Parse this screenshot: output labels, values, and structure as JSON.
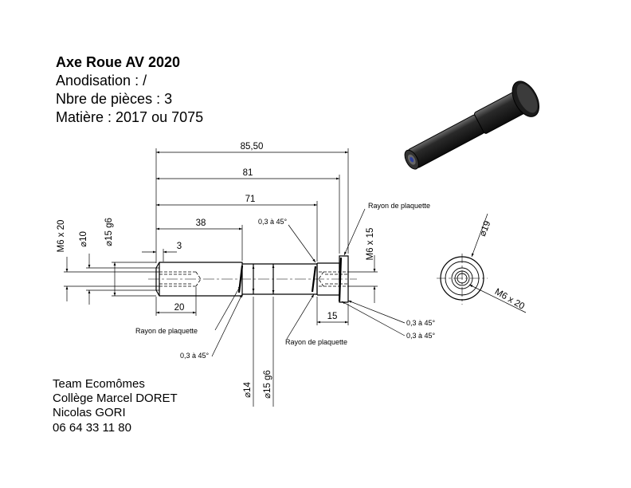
{
  "header": {
    "title": "Axe Roue AV 2020",
    "anodisation": "Anodisation : /",
    "pieces": "Nbre de pièces : 3",
    "matiere": "Matière : 2017 ou 7075"
  },
  "dimensions": {
    "overall": "85,50",
    "to_collar": "81",
    "to_shoulder": "71",
    "first_step": "38",
    "chamfer_len": "3",
    "thread_depth": "20",
    "collar_len": "15",
    "thread_left": "M6 x 20",
    "dia_10": "⌀10",
    "dia_15_left": "⌀15 g6",
    "thread_right": "M6 x 15",
    "dia_14": "⌀14",
    "dia_15_bottom": "⌀15 g6",
    "dia_19": "⌀19",
    "thread_end_view": "M6 x 20"
  },
  "notes": {
    "chamfer_top": "0,3 à 45°",
    "rayon_top": "Rayon de plaquette",
    "rayon_left": "Rayon de plaquette",
    "chamfer_left": "0,3 à 45°",
    "rayon_bottom": "Rayon de plaquette",
    "chamfer_right_1": "0,3 à 45°",
    "chamfer_right_2": "0,3 à 45°"
  },
  "footer": {
    "team": "Team Ecomômes",
    "school": "Collège Marcel DORET",
    "name": "Nicolas GORI",
    "phone": "06 64 33 11 80"
  }
}
